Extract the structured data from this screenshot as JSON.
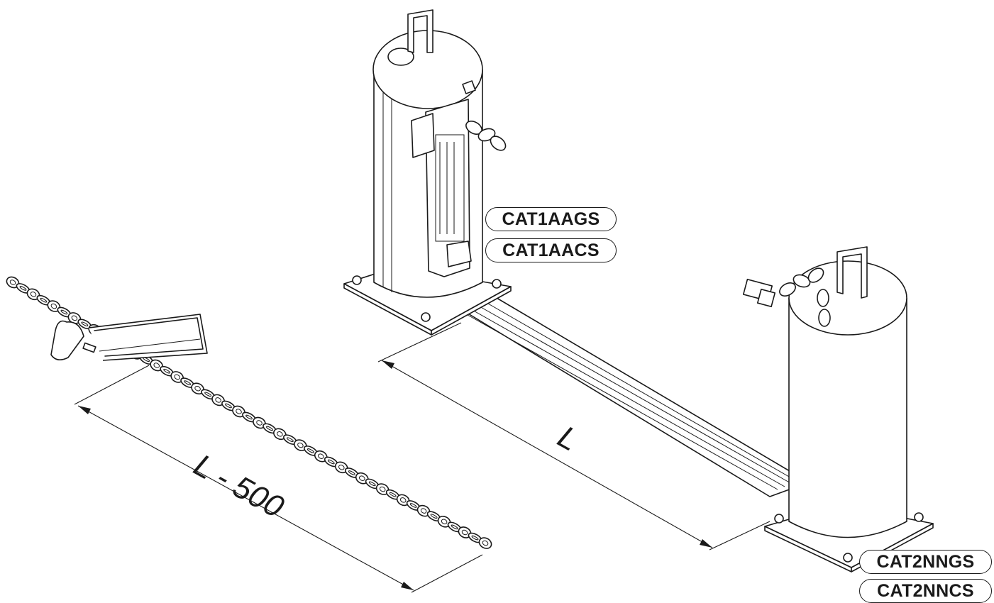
{
  "dimensions": {
    "barrier_length": "L",
    "chain_length": "L - 500"
  },
  "codes": {
    "left_post": [
      "CAT1AAGS",
      "CAT1AACS"
    ],
    "right_post": [
      "CAT2NNGS",
      "CAT2NNCS"
    ]
  },
  "icons": [
    "hacksaw-icon",
    "chain-icon",
    "bollard-post-icon",
    "padlock-icon"
  ]
}
